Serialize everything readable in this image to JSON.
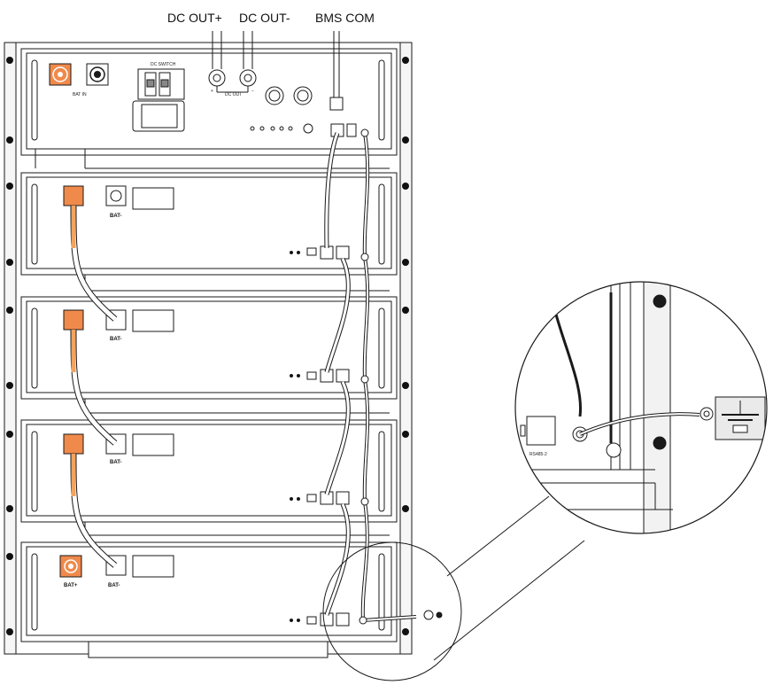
{
  "labels": {
    "dc_out_pos": "DC OUT+",
    "dc_out_neg": "DC OUT-",
    "bms_com": "BMS COM"
  },
  "control_module": {
    "bat_in": "BAT IN",
    "dc_switch": "DC SWITCH",
    "dc_out": "DC OUT",
    "polarity_pos": "+",
    "polarity_neg": "−"
  },
  "modules": {
    "bat_neg": "BAT-",
    "bat_pos": "BAT+"
  },
  "zoom_detail": {
    "port_label": "RS485-2"
  },
  "colors": {
    "bat_terminal": "#f08a4b",
    "bat_cable": "#f3a25f",
    "line": "#1a1a1a",
    "panel_fill": "#ffffff",
    "ground_fill": "#eaeaea"
  }
}
